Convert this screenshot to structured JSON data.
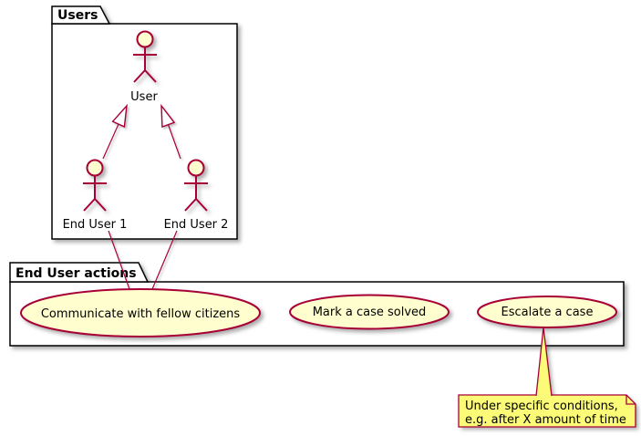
{
  "diagram": {
    "kind": "uml-use-case-diagram",
    "colors": {
      "background": "#FFFFFF",
      "shape_fill": "#FEFECE",
      "shape_stroke": "#A80036",
      "package_border": "#000000",
      "note_fill": "#FBFB77",
      "text": "#000000"
    },
    "packages": [
      {
        "id": "users",
        "label": "Users"
      },
      {
        "id": "end-user-actions",
        "label": "End User actions"
      }
    ],
    "actors": [
      {
        "id": "user",
        "label": "User"
      },
      {
        "id": "end-user-1",
        "label": "End User 1"
      },
      {
        "id": "end-user-2",
        "label": "End User 2"
      }
    ],
    "use_cases": [
      {
        "id": "communicate",
        "label": "Communicate with fellow citizens"
      },
      {
        "id": "mark-solved",
        "label": "Mark a case solved"
      },
      {
        "id": "escalate",
        "label": "Escalate a case"
      }
    ],
    "relations": [
      {
        "from": "end-user-1",
        "to": "user",
        "type": "generalization"
      },
      {
        "from": "end-user-2",
        "to": "user",
        "type": "generalization"
      },
      {
        "from": "end-user-1",
        "to": "communicate",
        "type": "association"
      },
      {
        "from": "end-user-2",
        "to": "communicate",
        "type": "association"
      }
    ],
    "note": {
      "attached_to": "escalate",
      "lines": [
        "Under specific conditions,",
        "e.g. after X amount of time"
      ]
    }
  }
}
